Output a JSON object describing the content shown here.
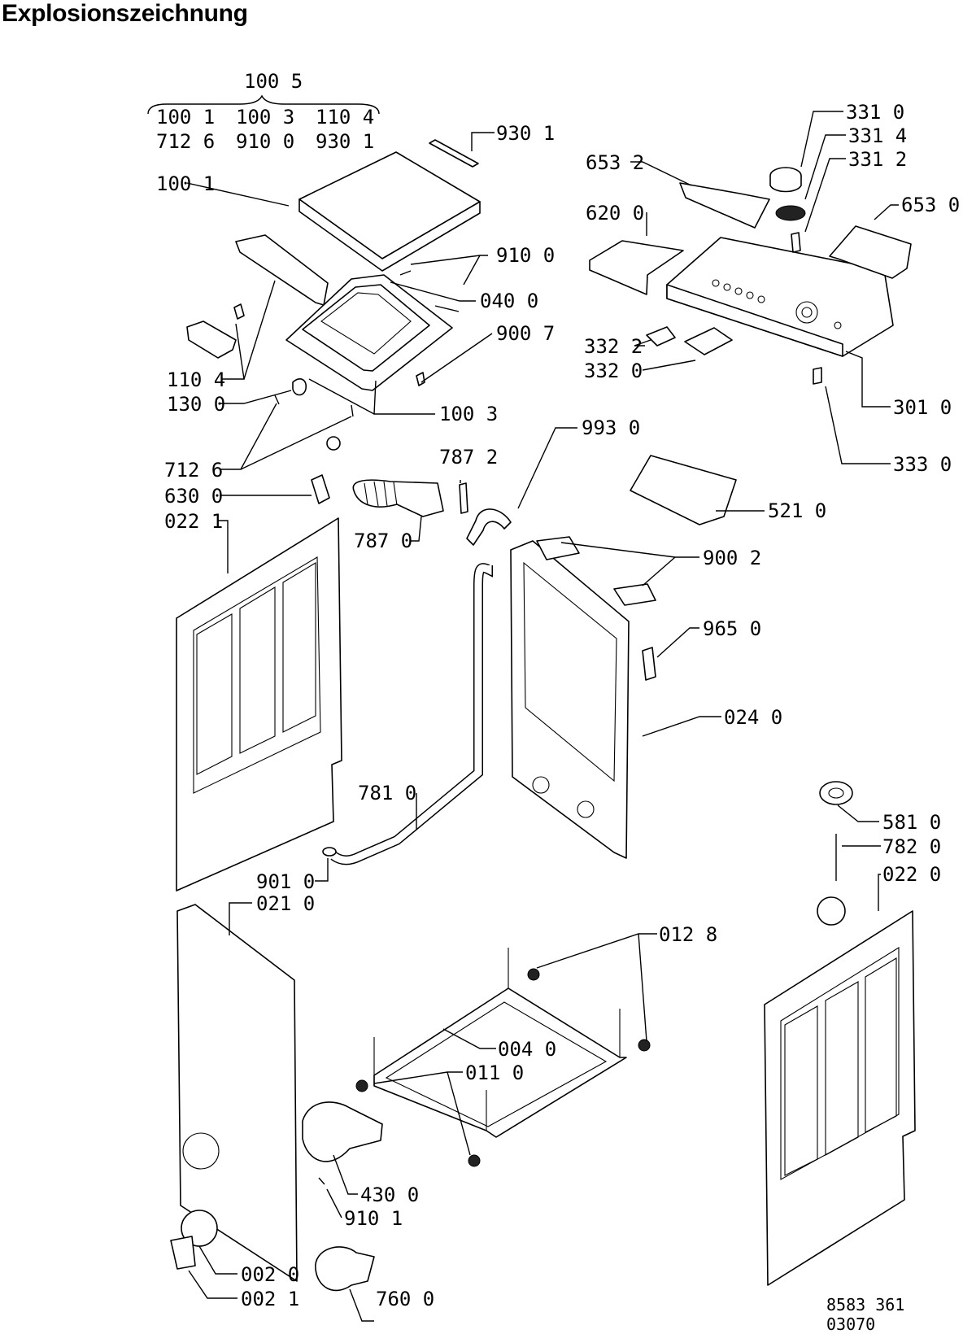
{
  "title": "Explosionszeichnung",
  "document_number": "8583 361 03070",
  "group_header": "100 5",
  "group_members": [
    "100 1",
    "100 3",
    "110 4",
    "712 6",
    "910 0",
    "930 1"
  ],
  "callouts": [
    "930 1",
    "100 1",
    "910 0",
    "040 0",
    "900 7",
    "110 4",
    "130 0",
    "100 3",
    "712 6",
    "630 0",
    "022 1",
    "787 2",
    "787 0",
    "993 0",
    "331 0",
    "331 4",
    "331 2",
    "653 2",
    "620 0",
    "653 0",
    "332 2",
    "332 0",
    "301 0",
    "333 0",
    "521 0",
    "900 2",
    "965 0",
    "024 0",
    "781 0",
    "901 0",
    "021 0",
    "581 0",
    "782 0",
    "022 0",
    "012 8",
    "004 0",
    "011 0",
    "430 0",
    "910 1",
    "002 0",
    "002 1",
    "760 0"
  ]
}
